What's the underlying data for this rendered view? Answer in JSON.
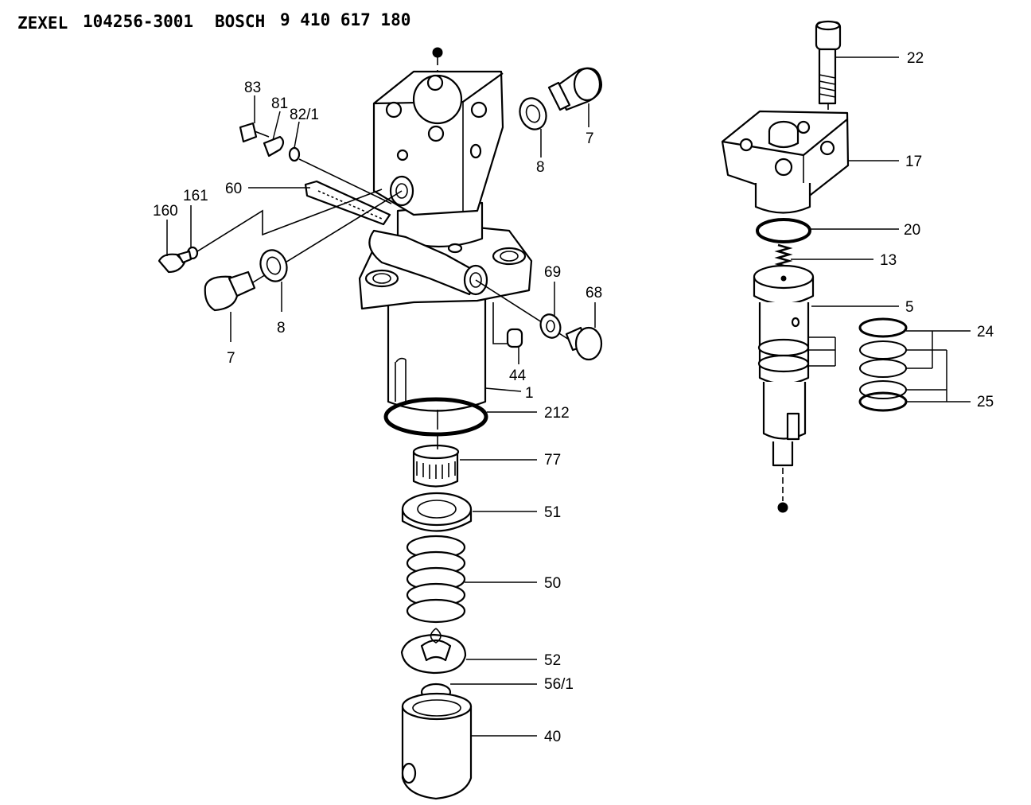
{
  "header": {
    "zexel_label": "ZEXEL",
    "zexel_number": "104256-3001",
    "bosch_label": "BOSCH",
    "bosch_number": "9 410 617 180"
  },
  "part_labels": {
    "p83": "83",
    "p81": "81",
    "p82_1": "82/1",
    "p7a": "7",
    "p8a": "8",
    "p60": "60",
    "p161": "161",
    "p160": "160",
    "p8b": "8",
    "p7b": "7",
    "p69": "69",
    "p68": "68",
    "p44": "44",
    "p1": "1",
    "p212": "212",
    "p77": "77",
    "p51": "51",
    "p50": "50",
    "p52": "52",
    "p56_1": "56/1",
    "p40": "40",
    "p22": "22",
    "p17": "17",
    "p20": "20",
    "p13": "13",
    "p5": "5",
    "p24": "24",
    "p25": "25"
  }
}
